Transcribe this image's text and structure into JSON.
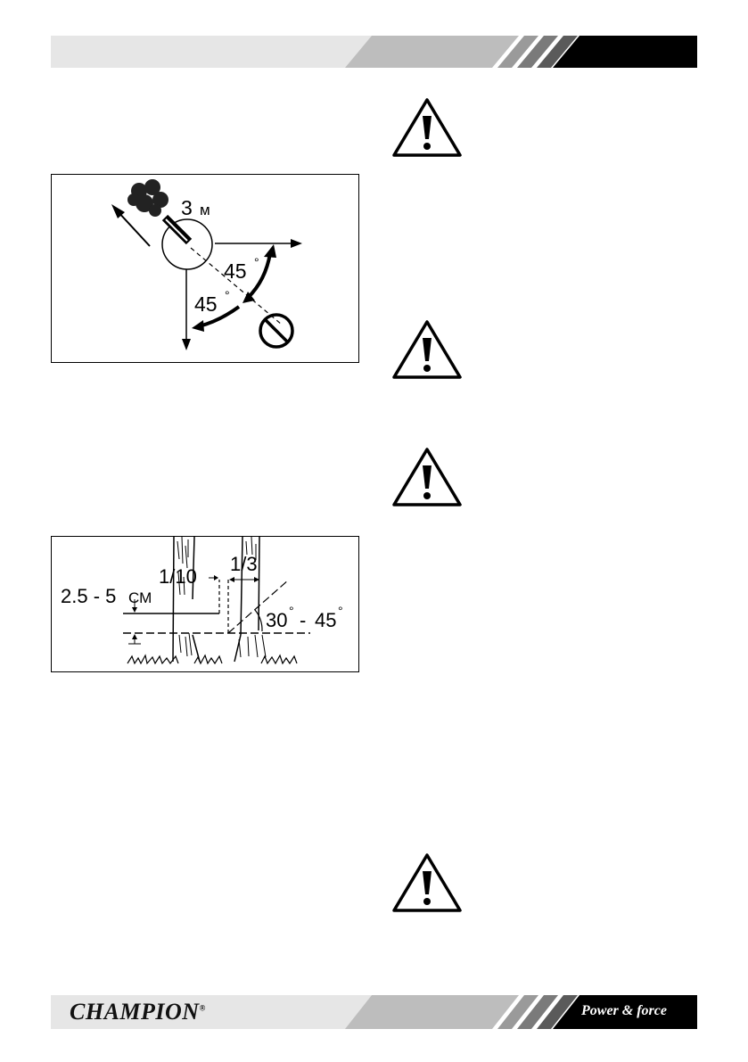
{
  "fig1": {
    "distance_label": "3",
    "distance_unit": "м",
    "angle_upper": "45",
    "angle_lower": "45",
    "degree_sign": "°"
  },
  "fig2": {
    "height_label": "2.5 - 5",
    "height_unit": "СМ",
    "notch_depth": "1/10",
    "cut_depth": "1/3",
    "angle_range_a": "30",
    "angle_range_b": "45",
    "degree_sign": "°",
    "dash": "-"
  },
  "footer": {
    "brand": "CHAMPION",
    "registered": "®",
    "tagline": "Power & force"
  }
}
